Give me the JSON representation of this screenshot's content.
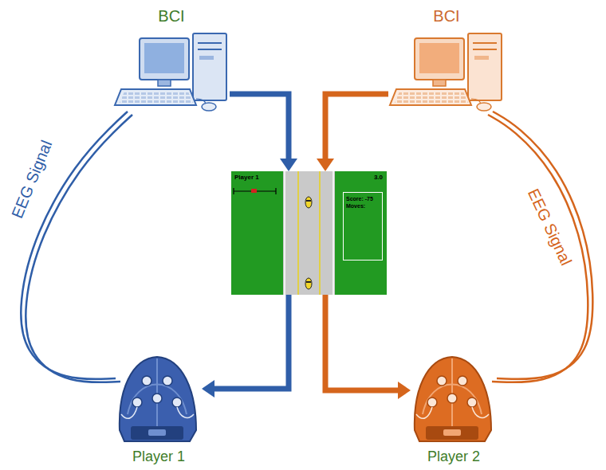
{
  "diagram": {
    "nodes": [
      {
        "text": [
          "BCI"
        ]
      },
      {
        "text": [
          "BCI"
        ]
      },
      {
        "text": [
          "Player 1",
          "3.0"
        ]
      },
      {
        "text": [
          "Score: -75",
          "Moves:"
        ],
        "in": 2
      },
      {
        "text": [
          "Player 1"
        ]
      },
      {
        "text": [
          "Player 2"
        ]
      }
    ],
    "edges": [
      {
        "from": 0,
        "to": 2,
        "arrow": "to"
      },
      {
        "from": 1,
        "to": 2,
        "arrow": "to"
      },
      {
        "from": 2,
        "to": 4,
        "arrow": "to"
      },
      {
        "from": 2,
        "to": 5,
        "arrow": "to"
      },
      {
        "from": 4,
        "to": 0,
        "label": "EEG Signal",
        "arrow": "none"
      },
      {
        "from": 5,
        "to": 1,
        "label": "EEG Signal",
        "arrow": "none"
      }
    ]
  }
}
